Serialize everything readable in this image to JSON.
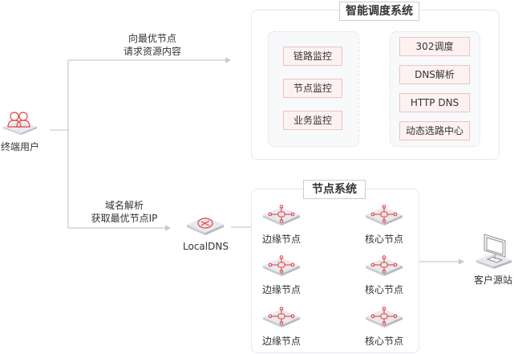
{
  "colors": {
    "accent_red": "#e64545",
    "line_gray": "#c8c9ce",
    "box_fill": "#fdf2f1",
    "box_border": "#e8c4c1",
    "panel_border": "#e6e7ec"
  },
  "user": {
    "label": "终端用户",
    "icon": "users-icon"
  },
  "flows": {
    "top": [
      "向最优节点",
      "请求资源内容"
    ],
    "bottom": [
      "域名解析",
      "获取最优节点IP"
    ]
  },
  "localdns": {
    "label": "LocalDNS",
    "icon": "dns-server-icon"
  },
  "scheduler": {
    "title": "智能调度系统",
    "monitors": [
      "链路监控",
      "节点监控",
      "业务监控"
    ],
    "functions": [
      "302调度",
      "DNS解析",
      "HTTP DNS",
      "动态选路中心"
    ]
  },
  "nodes": {
    "title": "节点系统",
    "edge": [
      "边缘节点",
      "边缘节点",
      "边缘节点"
    ],
    "core": [
      "核心节点",
      "核心节点",
      "核心节点"
    ]
  },
  "origin": {
    "label": "客户源站",
    "icon": "monitor-icon"
  }
}
